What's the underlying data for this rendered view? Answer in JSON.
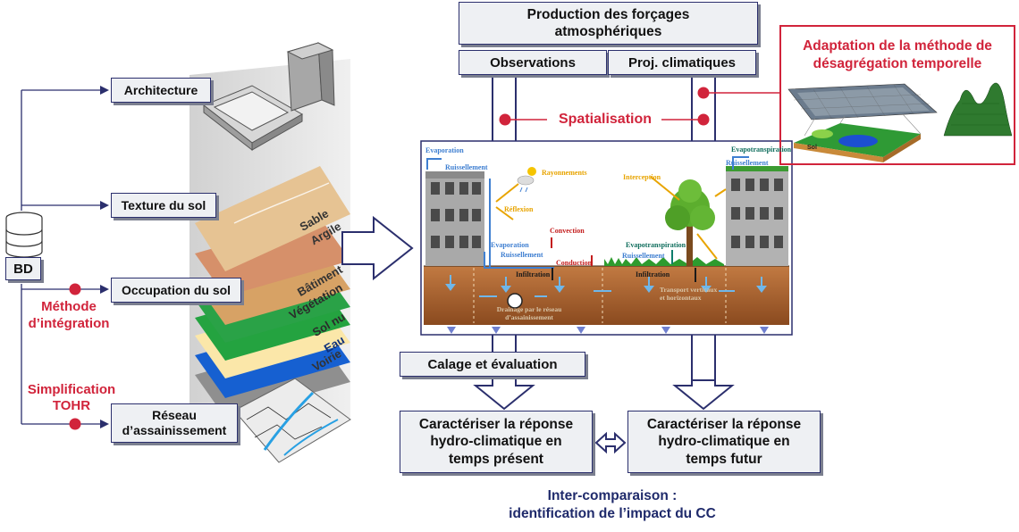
{
  "db": {
    "label": "BD"
  },
  "left_layers": {
    "architecture": "Architecture",
    "texture": "Texture du sol",
    "occupation": "Occupation du sol",
    "reseau": "Réseau\nd’assainissement"
  },
  "left_methods": {
    "integration": "Méthode\nd’intégration",
    "simplification": "Simplification\nTOHR"
  },
  "layer_names": [
    "Sable",
    "Argile",
    "Bâtiment",
    "Végétation",
    "Sol nu",
    "Eau",
    "Voirie"
  ],
  "top": {
    "production": "Production des forçages\natmosphériques",
    "observations": "Observations",
    "projections": "Proj. climatiques",
    "spatialisation": "Spatialisation",
    "adaptation": "Adaptation de la méthode de\ndésagrégation temporelle",
    "sol_tag": "Sol"
  },
  "model_labels": {
    "evaporation_left": "Evaporation",
    "ruissellement_left": "Ruissellement",
    "rayonnements": "Rayonnements",
    "reflexion": "Réflexion",
    "convection": "Convection",
    "evaporation_mid": "Evaporation",
    "ruissellement_mid": "Ruissellement",
    "conduction": "Conduction",
    "interception": "Interception",
    "evapotranspiration_mid": "Evapotranspiration",
    "ruissellement_tree": "Ruissellement",
    "evapotranspiration_right": "Evapotranspiration",
    "ruissellement_right": "Ruissellement",
    "infiltration_left": "Infiltration",
    "infiltration_right": "Infiltration",
    "drainage": "Drainage par le réseau\nd’assainissement",
    "transport": "Transport verticaux\net horizontaux"
  },
  "bottom": {
    "calage": "Calage et évaluation",
    "present": "Caractériser la réponse\nhydro-climatique en\ntemps présent",
    "futur": "Caractériser la réponse\nhydro-climatique en\ntemps futur",
    "intercomparaison": "Inter-comparaison :\nidentification de l’impact du CC"
  },
  "colors": {
    "navy": "#2b2f6d",
    "red": "#d1243b",
    "box_fill": "#eef0f3",
    "soil": "#9b5a2a",
    "vegetation": "#1f9a3a",
    "water": "#1557c9",
    "road": "#6e6e6e"
  }
}
